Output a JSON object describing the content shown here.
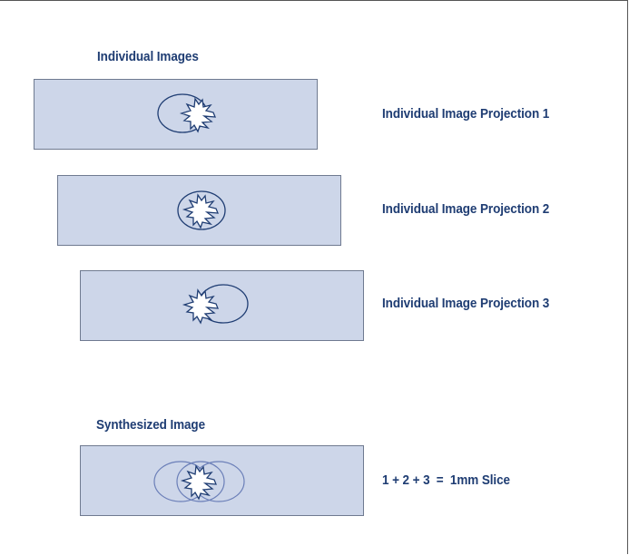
{
  "section_individual": {
    "title": "Individual Images"
  },
  "projections": [
    {
      "label": "Individual Image Projection 1"
    },
    {
      "label": "Individual Image Projection 2"
    },
    {
      "label": "Individual Image Projection 3"
    }
  ],
  "section_synth": {
    "title": "Synthesized Image",
    "equation": "1 + 2 + 3  =  1mm Slice"
  },
  "colors": {
    "ink": "#1f3d73",
    "panel": "#cdd6e9",
    "synth_circle": "#6b7fb8"
  },
  "icons": [
    "lesion-star-icon",
    "projection-circle-icon"
  ]
}
